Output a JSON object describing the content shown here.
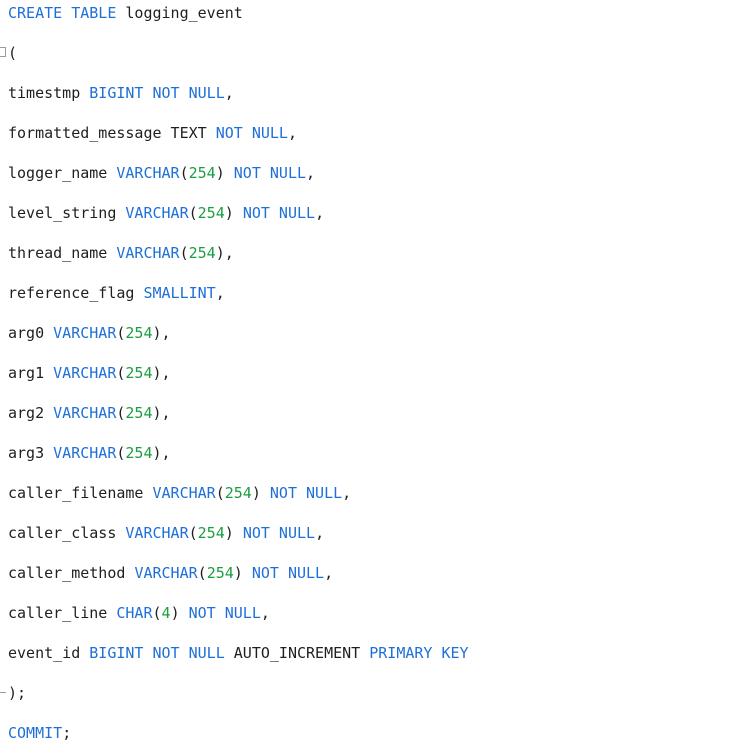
{
  "editor": {
    "lines": [
      [
        {
          "t": "CREATE TABLE ",
          "k": "kw"
        },
        {
          "t": "logging_event",
          "k": "plain"
        }
      ],
      [
        {
          "t": "(",
          "k": "plain"
        }
      ],
      [
        {
          "t": "timestmp ",
          "k": "plain"
        },
        {
          "t": "BIGINT NOT NULL",
          "k": "kw"
        },
        {
          "t": ",",
          "k": "plain"
        }
      ],
      [
        {
          "t": "formatted_message TEXT ",
          "k": "plain"
        },
        {
          "t": "NOT NULL",
          "k": "kw"
        },
        {
          "t": ",",
          "k": "plain"
        }
      ],
      [
        {
          "t": "logger_name ",
          "k": "plain"
        },
        {
          "t": "VARCHAR",
          "k": "kw"
        },
        {
          "t": "(",
          "k": "plain"
        },
        {
          "t": "254",
          "k": "num"
        },
        {
          "t": ") ",
          "k": "plain"
        },
        {
          "t": "NOT NULL",
          "k": "kw"
        },
        {
          "t": ",",
          "k": "plain"
        }
      ],
      [
        {
          "t": "level_string ",
          "k": "plain"
        },
        {
          "t": "VARCHAR",
          "k": "kw"
        },
        {
          "t": "(",
          "k": "plain"
        },
        {
          "t": "254",
          "k": "num"
        },
        {
          "t": ") ",
          "k": "plain"
        },
        {
          "t": "NOT NULL",
          "k": "kw"
        },
        {
          "t": ",",
          "k": "plain"
        }
      ],
      [
        {
          "t": "thread_name ",
          "k": "plain"
        },
        {
          "t": "VARCHAR",
          "k": "kw"
        },
        {
          "t": "(",
          "k": "plain"
        },
        {
          "t": "254",
          "k": "num"
        },
        {
          "t": "),",
          "k": "plain"
        }
      ],
      [
        {
          "t": "reference_flag ",
          "k": "plain"
        },
        {
          "t": "SMALLINT",
          "k": "kw"
        },
        {
          "t": ",",
          "k": "plain"
        }
      ],
      [
        {
          "t": "arg0 ",
          "k": "plain"
        },
        {
          "t": "VARCHAR",
          "k": "kw"
        },
        {
          "t": "(",
          "k": "plain"
        },
        {
          "t": "254",
          "k": "num"
        },
        {
          "t": "),",
          "k": "plain"
        }
      ],
      [
        {
          "t": "arg1 ",
          "k": "plain"
        },
        {
          "t": "VARCHAR",
          "k": "kw"
        },
        {
          "t": "(",
          "k": "plain"
        },
        {
          "t": "254",
          "k": "num"
        },
        {
          "t": "),",
          "k": "plain"
        }
      ],
      [
        {
          "t": "arg2 ",
          "k": "plain"
        },
        {
          "t": "VARCHAR",
          "k": "kw"
        },
        {
          "t": "(",
          "k": "plain"
        },
        {
          "t": "254",
          "k": "num"
        },
        {
          "t": "),",
          "k": "plain"
        }
      ],
      [
        {
          "t": "arg3 ",
          "k": "plain"
        },
        {
          "t": "VARCHAR",
          "k": "kw"
        },
        {
          "t": "(",
          "k": "plain"
        },
        {
          "t": "254",
          "k": "num"
        },
        {
          "t": "),",
          "k": "plain"
        }
      ],
      [
        {
          "t": "caller_filename ",
          "k": "plain"
        },
        {
          "t": "VARCHAR",
          "k": "kw"
        },
        {
          "t": "(",
          "k": "plain"
        },
        {
          "t": "254",
          "k": "num"
        },
        {
          "t": ") ",
          "k": "plain"
        },
        {
          "t": "NOT NULL",
          "k": "kw"
        },
        {
          "t": ",",
          "k": "plain"
        }
      ],
      [
        {
          "t": "caller_class ",
          "k": "plain"
        },
        {
          "t": "VARCHAR",
          "k": "kw"
        },
        {
          "t": "(",
          "k": "plain"
        },
        {
          "t": "254",
          "k": "num"
        },
        {
          "t": ") ",
          "k": "plain"
        },
        {
          "t": "NOT NULL",
          "k": "kw"
        },
        {
          "t": ",",
          "k": "plain"
        }
      ],
      [
        {
          "t": "caller_method ",
          "k": "plain"
        },
        {
          "t": "VARCHAR",
          "k": "kw"
        },
        {
          "t": "(",
          "k": "plain"
        },
        {
          "t": "254",
          "k": "num"
        },
        {
          "t": ") ",
          "k": "plain"
        },
        {
          "t": "NOT NULL",
          "k": "kw"
        },
        {
          "t": ",",
          "k": "plain"
        }
      ],
      [
        {
          "t": "caller_line ",
          "k": "plain"
        },
        {
          "t": "CHAR",
          "k": "kw"
        },
        {
          "t": "(",
          "k": "plain"
        },
        {
          "t": "4",
          "k": "num"
        },
        {
          "t": ") ",
          "k": "plain"
        },
        {
          "t": "NOT NULL",
          "k": "kw"
        },
        {
          "t": ",",
          "k": "plain"
        }
      ],
      [
        {
          "t": "event_id ",
          "k": "plain"
        },
        {
          "t": "BIGINT NOT NULL",
          "k": "kw"
        },
        {
          "t": " AUTO_INCREMENT ",
          "k": "plain"
        },
        {
          "t": "PRIMARY KEY",
          "k": "kw"
        }
      ],
      [
        {
          "t": ");",
          "k": "plain"
        }
      ],
      [
        {
          "t": "COMMIT",
          "k": "kw"
        },
        {
          "t": ";",
          "k": "plain"
        }
      ]
    ]
  },
  "colors": {
    "keyword": "#1e6fd9",
    "number": "#1a9e3f",
    "text": "#1f1f1f",
    "background": "#ffffff"
  }
}
